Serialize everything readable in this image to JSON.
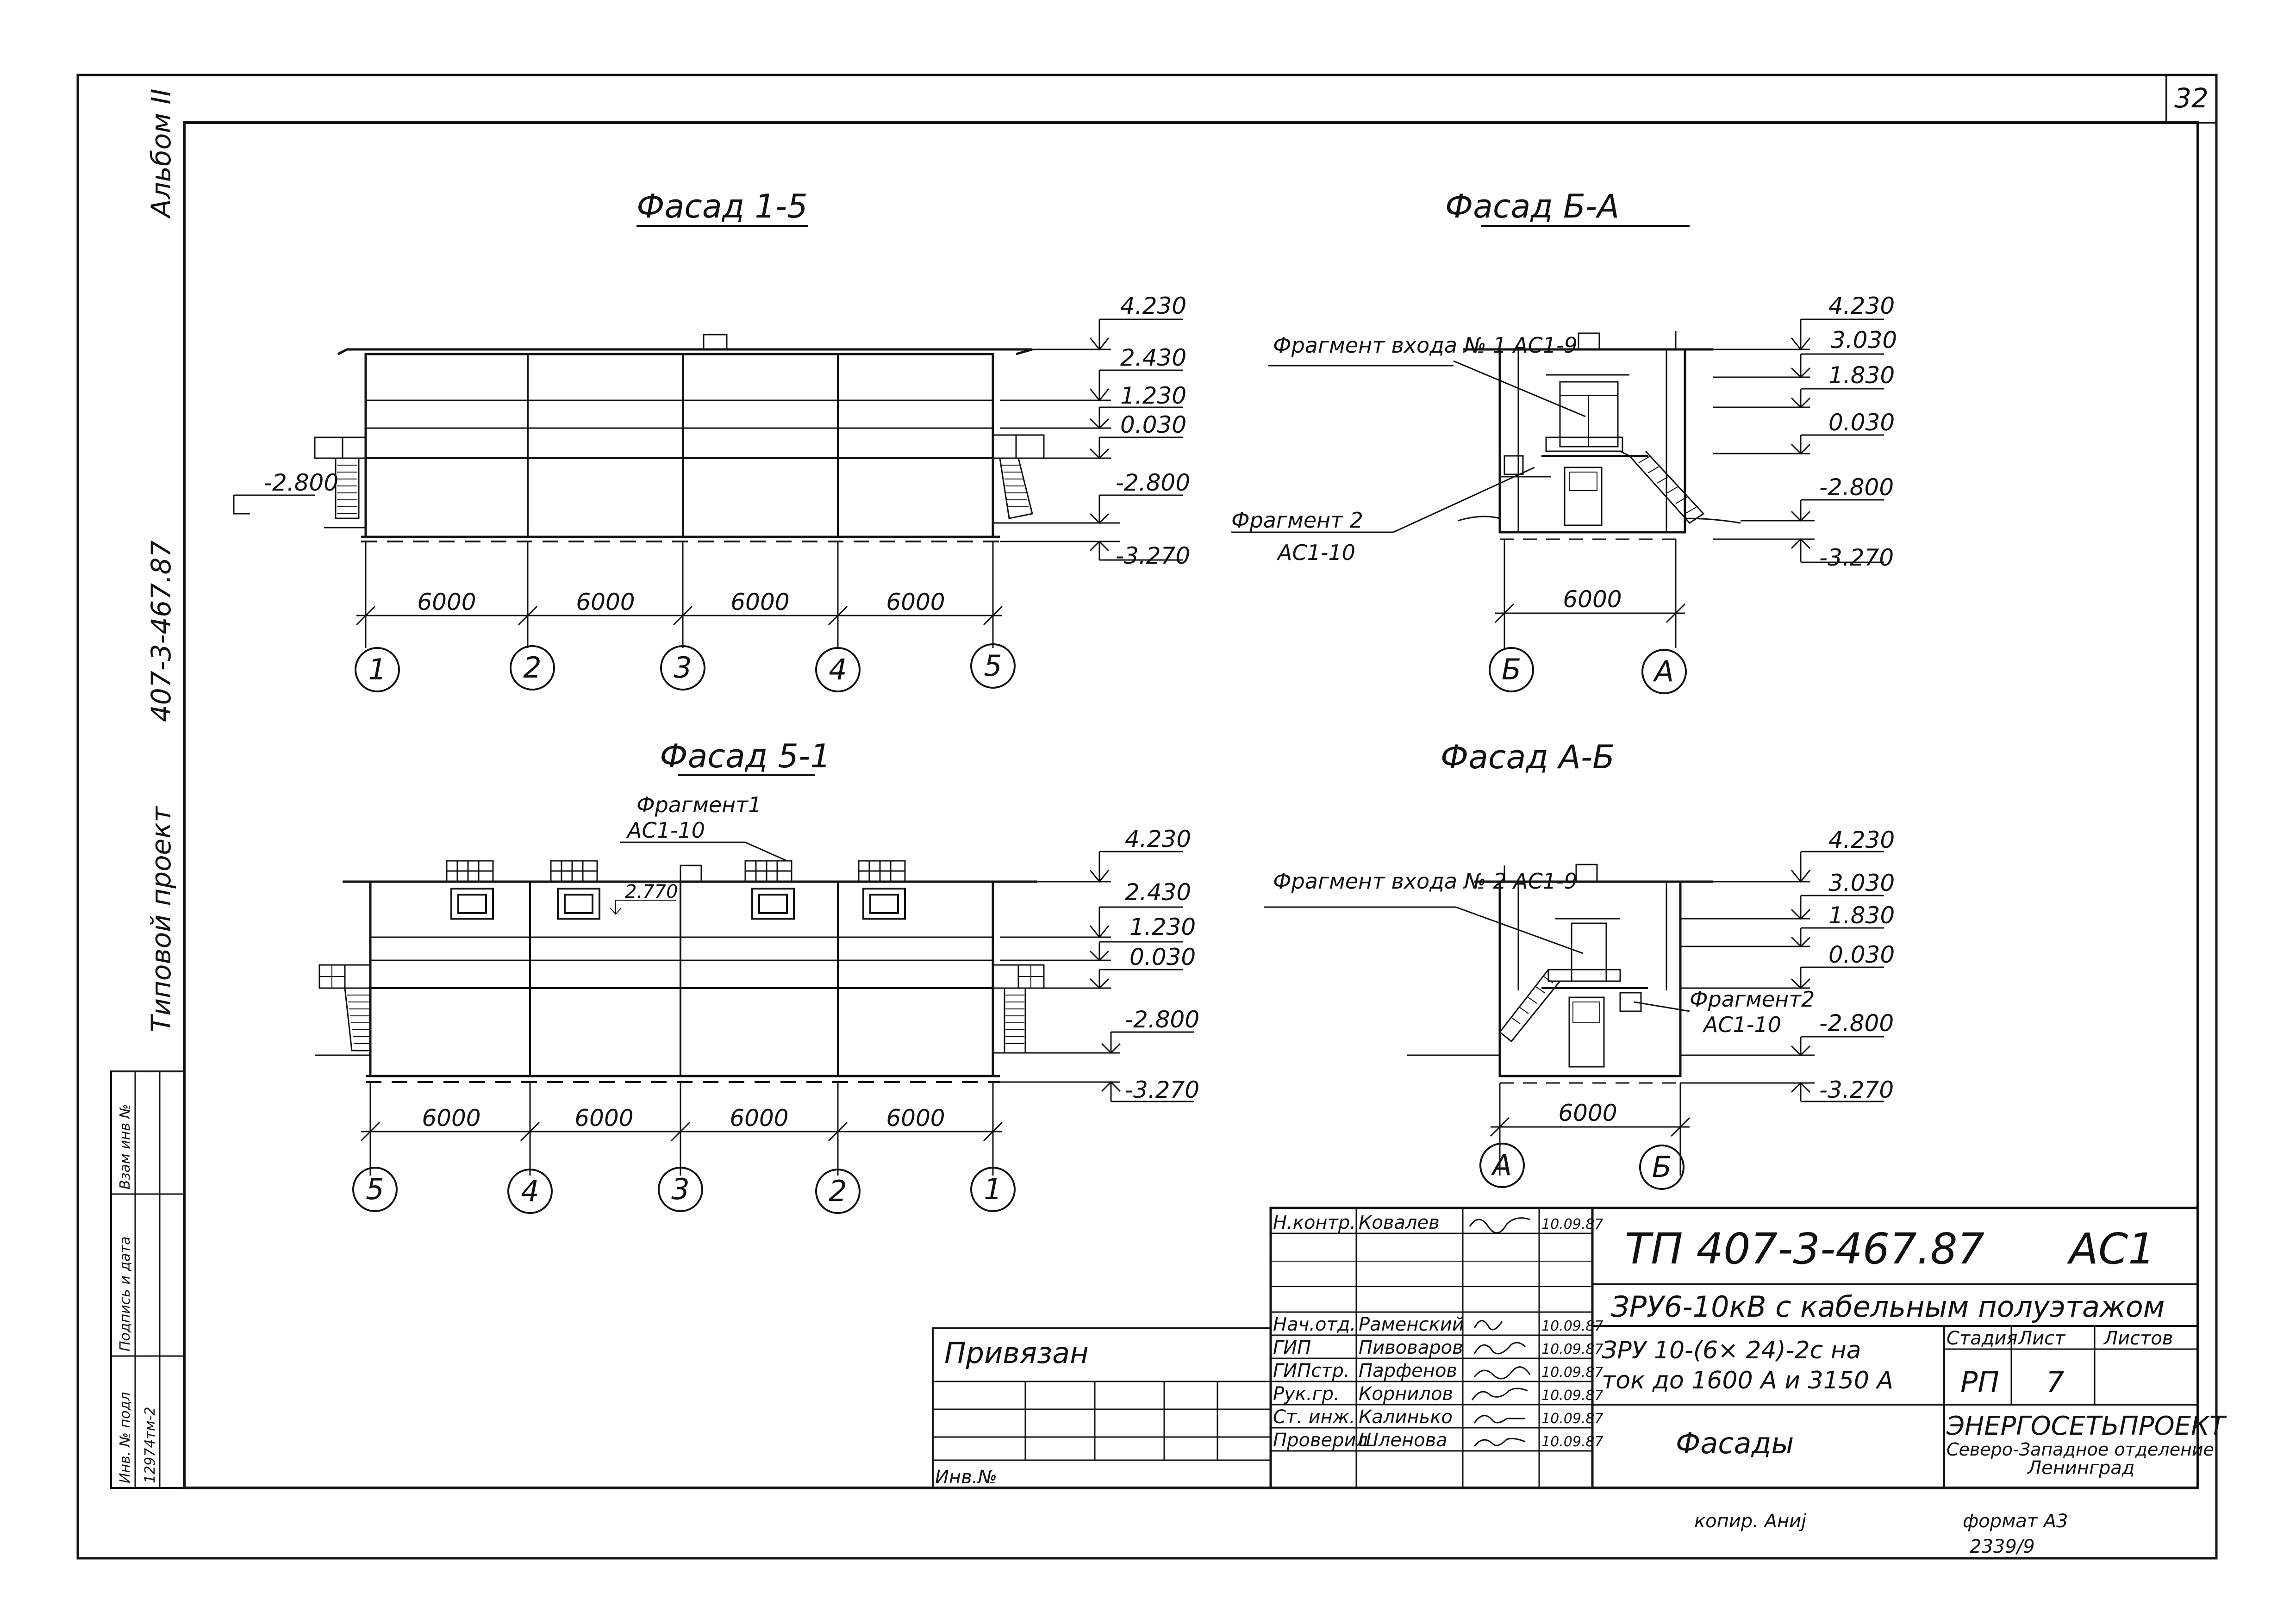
{
  "sheet": {
    "page_number": "32",
    "copied_by": "копир. Аниј",
    "format_note": "формат А3",
    "stamp_number": "2339/9"
  },
  "side_margin": {
    "album": "Альбом II",
    "project_label": "Типовой проект",
    "project_code": "407-3-467.87",
    "archive_columns": {
      "inv_no_podl": "Инв. № подл",
      "podpis_data": "Подпись и дата",
      "vzam_inv": "Взам инв №"
    },
    "archive_inv_value": "12974тм-2"
  },
  "facades": {
    "f15": {
      "title": "Фасад 1-5",
      "levels": [
        "4.230",
        "2.430",
        "1.230",
        "0.030",
        "-2.800",
        "-3.270"
      ],
      "left_level": "-2.800",
      "spans": [
        "6000",
        "6000",
        "6000",
        "6000"
      ],
      "axes": [
        "1",
        "2",
        "3",
        "4",
        "5"
      ]
    },
    "fBA": {
      "title": "Фасад Б-А",
      "levels": [
        "4.230",
        "3.030",
        "1.830",
        "0.030",
        "-2.800",
        "-3.270"
      ],
      "note_fragment_entry": "Фрагмент входа № 1 АС1-9",
      "note_fragment_2_a": "Фрагмент 2",
      "note_fragment_2_b": "АС1-10",
      "span": "6000",
      "axes": [
        "Б",
        "А"
      ]
    },
    "f51": {
      "title": "Фасад 5-1",
      "levels": [
        "4.230",
        "2.430",
        "1.230",
        "0.030",
        "-2.800",
        "-3.270"
      ],
      "note_fragment_1_a": "Фрагмент1",
      "note_fragment_1_b": "АС1-10",
      "inner_level": "2.770",
      "spans": [
        "6000",
        "6000",
        "6000",
        "6000"
      ],
      "axes": [
        "5",
        "4",
        "3",
        "2",
        "1"
      ]
    },
    "fAB": {
      "title": "Фасад А-Б",
      "levels": [
        "4.230",
        "3.030",
        "1.830",
        "0.030",
        "-2.800",
        "-3.270"
      ],
      "note_fragment_entry": "Фрагмент входа № 2 АС1-9",
      "note_fragment_2_a": "Фрагмент2",
      "note_fragment_2_b": "АС1-10",
      "span": "6000",
      "axes": [
        "А",
        "Б"
      ]
    }
  },
  "title_block": {
    "privyazan": "Привязан",
    "inv_no": "Инв.№",
    "code": "ТП  407-3-467.87",
    "mark": "АС1",
    "object": "ЗРУ6-10кВ с кабельным полуэтажом",
    "subtitle_1": "ЗРУ 10-(6× 24)-2с на",
    "subtitle_2": "ток до 1600 А и 3150 А",
    "sheet_name": "Фасады",
    "stage_label": "Стадия",
    "sheet_label": "Лист",
    "sheets_label": "Листов",
    "stage": "РП",
    "sheet": "7",
    "org_1": "ЭНЕРГОСЕТЬПРОЕКТ",
    "org_2": "Северо-Западное отделение",
    "org_3": "Ленинград",
    "signers": [
      {
        "role": "Н.контр.",
        "name": "Ковалев",
        "date": "10.09.87"
      },
      {
        "role": "Нач.отд.",
        "name": "Раменский",
        "date": "10.09.87"
      },
      {
        "role": "ГИП",
        "name": "Пивоваров",
        "date": "10.09.87"
      },
      {
        "role": "ГИПстр.",
        "name": "Парфенов",
        "date": "10.09.87"
      },
      {
        "role": "Рук.гр.",
        "name": "Корнилов",
        "date": "10.09.87"
      },
      {
        "role": "Ст. инж.",
        "name": "Калинько",
        "date": "10.09.87"
      },
      {
        "role": "Проверил",
        "name": "Шленова",
        "date": "10.09.87"
      }
    ]
  }
}
